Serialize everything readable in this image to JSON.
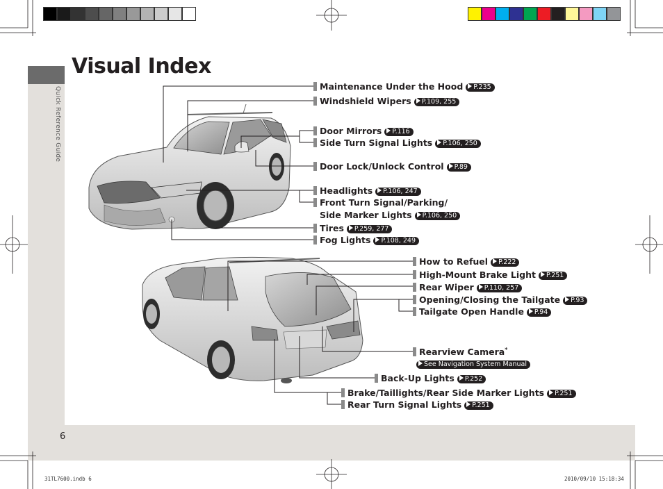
{
  "print_marks": {
    "gray_swatches": [
      "#000000",
      "#1a1a1a",
      "#333333",
      "#4d4d4d",
      "#666666",
      "#808080",
      "#999999",
      "#b3b3b3",
      "#cccccc",
      "#e6e6e6",
      "#ffffff"
    ],
    "color_swatches": [
      "#fff200",
      "#ec008c",
      "#00aeef",
      "#2e3192",
      "#00a651",
      "#ed1c24",
      "#231f20",
      "#fff799",
      "#f49ac1",
      "#7fd4f5",
      "#939598"
    ]
  },
  "sidebar": {
    "label": "Quick Reference Guide"
  },
  "page": {
    "title": "Visual Index",
    "number": "6"
  },
  "front_callouts": [
    {
      "text": "Maintenance Under the Hood",
      "ref": "P.235"
    },
    {
      "text": "Windshield Wipers",
      "ref": "P.109, 255"
    },
    {
      "text": "Door Mirrors",
      "ref": "P.116"
    },
    {
      "text": "Side Turn Signal Lights",
      "ref": "P.106, 250"
    },
    {
      "text": "Door Lock/Unlock Control",
      "ref": "P.89"
    },
    {
      "text": "Headlights",
      "ref": "P.106, 247"
    },
    {
      "text": "Front Turn Signal/Parking/",
      "ref": ""
    },
    {
      "text": "Side Marker Lights",
      "ref": "P.106, 250"
    },
    {
      "text": "Tires",
      "ref": "P.259, 277"
    },
    {
      "text": "Fog Lights",
      "ref": "P.108, 249"
    }
  ],
  "rear_callouts": [
    {
      "text": "How to Refuel",
      "ref": "P.222"
    },
    {
      "text": "High-Mount Brake Light",
      "ref": "P.251"
    },
    {
      "text": "Rear Wiper",
      "ref": "P.110, 257"
    },
    {
      "text": "Opening/Closing the Tailgate",
      "ref": "P.93"
    },
    {
      "text": "Tailgate Open Handle",
      "ref": "P.94"
    },
    {
      "text": "Rearview Camera",
      "ref": ""
    },
    {
      "text": "",
      "ref": "See Navigation System Manual"
    },
    {
      "text": "Back-Up Lights",
      "ref": "P.252"
    },
    {
      "text": "Brake/Taillights/Rear Side Marker Lights",
      "ref": "P.251"
    },
    {
      "text": "Rear Turn Signal Lights",
      "ref": "P.251"
    }
  ],
  "rearview_camera_note": "*",
  "slug": {
    "file": "31TL7600.indb    6",
    "timestamp": "2010/09/10    15:18:34"
  }
}
